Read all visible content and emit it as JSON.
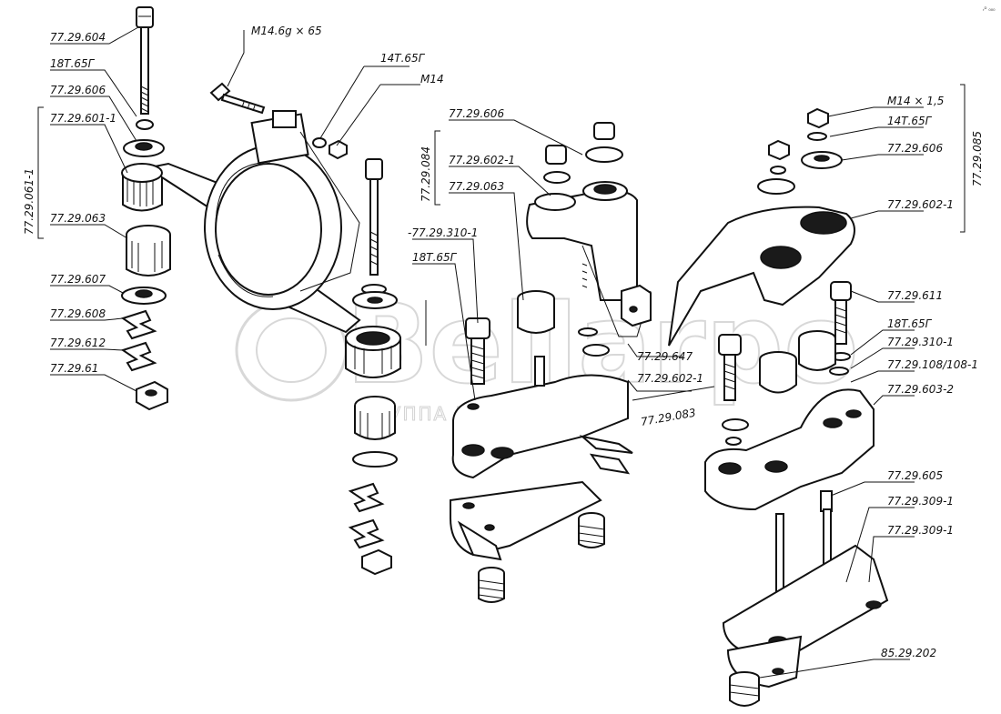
{
  "watermark": {
    "brand": "Bellarpo",
    "subtitle": "ГРУППА КОМПАНИЙ"
  },
  "corner_mark": "ᵣᴰ ₀₀₀",
  "left_group": {
    "bracket_label": "77.29.061-1",
    "labels": {
      "l604": "77.29.604",
      "l18t": "18Т.65Г",
      "l606": "77.29.606",
      "l601": "77.29.601-1",
      "l063": "77.29.063",
      "l607": "77.29.607",
      "l608": "77.29.608",
      "l612": "77.29.612",
      "l61": "77.29.61"
    }
  },
  "top_labels": {
    "bolt": "M14.6g × 65",
    "washer": "14Т.65Г",
    "nut": "M14"
  },
  "middle_group": {
    "bracket_label": "77.29.084",
    "bottom_label": "77.29.083",
    "labels": {
      "l606": "77.29.606",
      "l602": "77.29.602-1",
      "l063": "77.29.063",
      "l310": "-77.29.310-1",
      "l18t": "18Т.65Г",
      "l647": "77.29.647",
      "l602b": "77.29.602-1"
    }
  },
  "right_group": {
    "bracket_label": "77.29.085",
    "labels": {
      "m14": "M14 × 1,5",
      "l14t": "14Т.65Г",
      "l606": "77.29.606",
      "l602": "77.29.602-1",
      "l611": "77.29.611",
      "l18t": "18Т.65Г",
      "l310": "77.29.310-1",
      "l108": "77.29.108/108-1",
      "l603": "77.29.603-2",
      "l605": "77.29.605",
      "l309": "77.29.309-1",
      "l309b": "77.29.309-1",
      "l202": "85.29.202"
    }
  }
}
